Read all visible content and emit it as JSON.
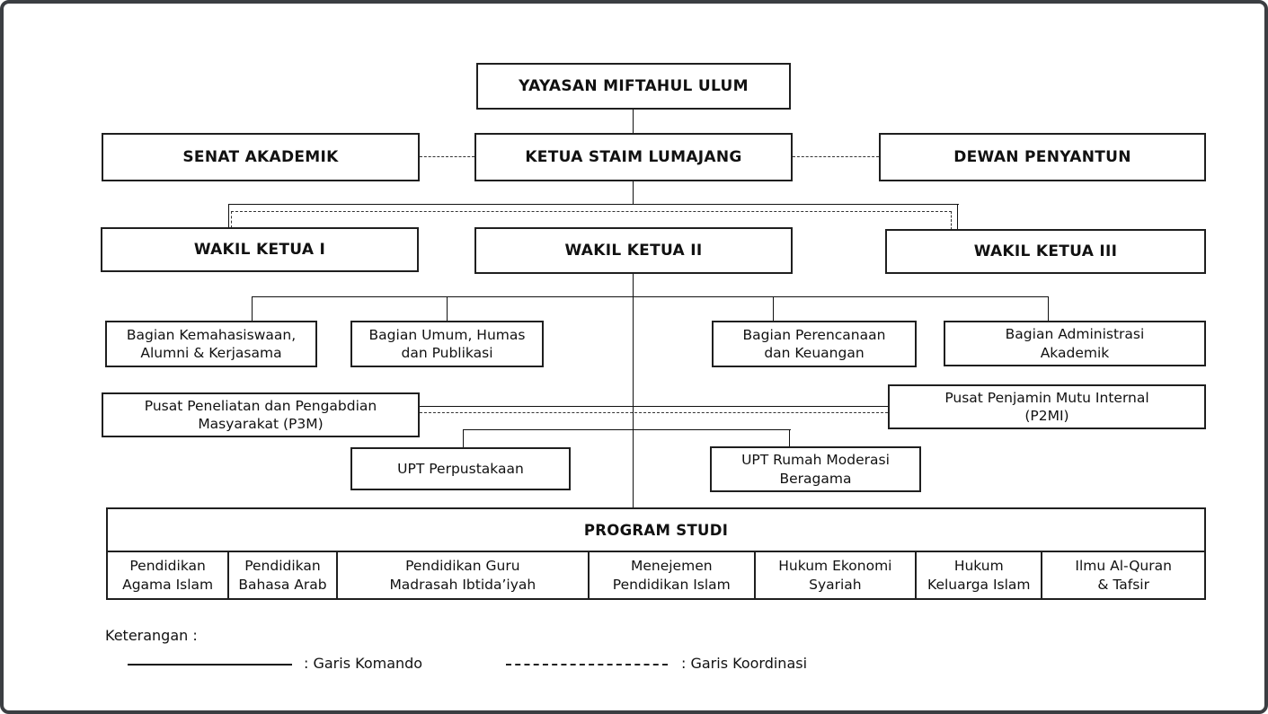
{
  "nodes": {
    "yayasan": "YAYASAN MIFTAHUL ULUM",
    "senat": "SENAT AKADEMIK",
    "ketua": "KETUA STAIM LUMAJANG",
    "dewan": "DEWAN PENYANTUN",
    "wakil_1": "WAKIL KETUA I",
    "wakil_2": "WAKIL KETUA II",
    "wakil_3": "WAKIL KETUA III",
    "bagian_kemahasiswaan": "Bagian Kemahasiswaan,\nAlumni & Kerjasama",
    "bagian_umum": "Bagian Umum, Humas\ndan Publikasi",
    "bagian_perencanaan": "Bagian Perencanaan\ndan Keuangan",
    "bagian_administrasi": "Bagian Administrasi\nAkademik",
    "p3m": "Pusat Peneliatan dan Pengabdian\nMasyarakat (P3M)",
    "p2mi": "Pusat Penjamin Mutu Internal\n(P2MI)",
    "upt_perpustakaan": "UPT Perpustakaan",
    "upt_rumah_moderasi": "UPT Rumah Moderasi\nBeragama"
  },
  "program_studi": {
    "header": "PROGRAM STUDI",
    "items": [
      "Pendidikan\nAgama Islam",
      "Pendidikan\nBahasa Arab",
      "Pendidikan Guru\nMadrasah Ibtida’iyah",
      "Menejemen\nPendidikan Islam",
      "Hukum Ekonomi\nSyariah",
      "Hukum\nKeluarga Islam",
      "Ilmu Al-Quran\n& Tafsir"
    ]
  },
  "legend": {
    "heading": "Keterangan :",
    "command_label": ": Garis Komando",
    "coordination_label": ": Garis Koordinasi"
  },
  "colors": {
    "background": "#ffffff",
    "text": "#111111",
    "box_border": "#1f1f1f",
    "command_line": "#111111",
    "coordination_line": "#333333",
    "outer_frame": "#3b3e42"
  }
}
